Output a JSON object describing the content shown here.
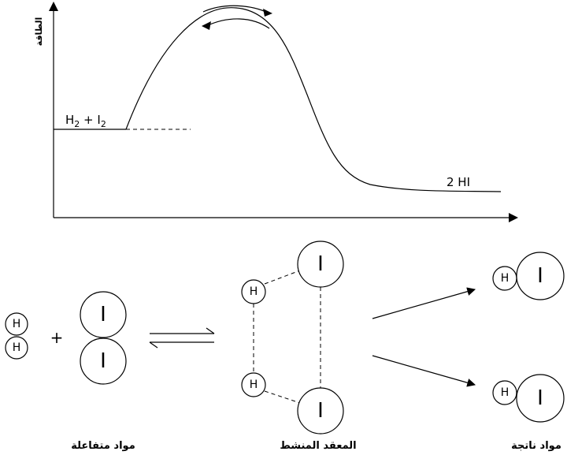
{
  "energy_diagram": {
    "y_axis_label": "الطاقة",
    "reactants_label": {
      "main": "H",
      "sub1": "2",
      "mid": " + I",
      "sub2": "2"
    },
    "products_label": "2 HI"
  },
  "reaction_scheme": {
    "atom_H": "H",
    "atom_I": "I",
    "plus_sign": "+",
    "reactants_caption": "مواد متفاعلة",
    "complex_caption": "المعقد المنشط",
    "products_caption": "مواد ناتجة"
  }
}
